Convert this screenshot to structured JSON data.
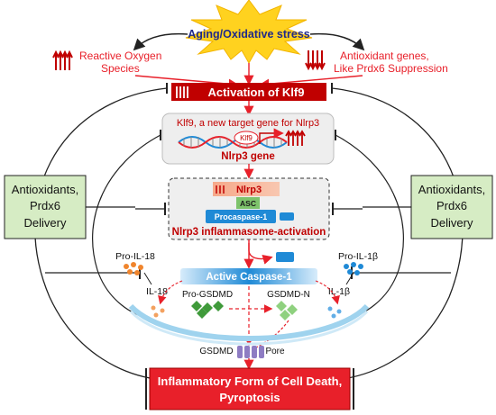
{
  "stress": {
    "label": "Aging/Oxidative stress"
  },
  "ros": {
    "line1": "Reactive Oxygen",
    "line2": "Species"
  },
  "antioxidant_genes": {
    "line1": "Antioxidant genes,",
    "line2": "Like Prdx6 Suppression"
  },
  "klf9_activation": {
    "label": "Activation of Klf9"
  },
  "nlrp3_gene_box": {
    "caption": "Klf9, a new target gene for Nlrp3",
    "klf9_tag": "Klf9",
    "gene_label": "Nlrp3 gene"
  },
  "inflammasome": {
    "nlrp3": "Nlrp3",
    "asc": "ASC",
    "procaspase": "Procaspase-1",
    "title": "Nlrp3 inflammasome-activation"
  },
  "left_intervention": {
    "line1": "Antioxidants,",
    "line2": "Prdx6",
    "line3": "Delivery"
  },
  "right_intervention": {
    "line1": "Antioxidants,",
    "line2": "Prdx6",
    "line3": "Delivery"
  },
  "cytokines": {
    "pro_il18": "Pro-IL-18",
    "il18": "IL-18",
    "pro_il1b": "Pro-IL-1β",
    "il1b": "IL-1β"
  },
  "caspase": {
    "label": "Active Caspase-1"
  },
  "gasdermin": {
    "pro_gsdmd": "Pro-GSDMD",
    "gsdmd_n": "GSDMD-N",
    "gsdmd": "GSDMD",
    "pore": "Pore"
  },
  "outcome": {
    "line1": "Inflammatory Form of Cell Death,",
    "line2": "Pyroptosis"
  },
  "colors": {
    "red": "#e8202a",
    "dark_red": "#c00000",
    "blue": "#1f8ad6",
    "green_box": "#d6ecc4",
    "green_dot": "#3f9a3a",
    "orange_dot": "#f0852d",
    "yellow_burst": "#ffd21f",
    "navy_text": "#1f2a8a"
  }
}
